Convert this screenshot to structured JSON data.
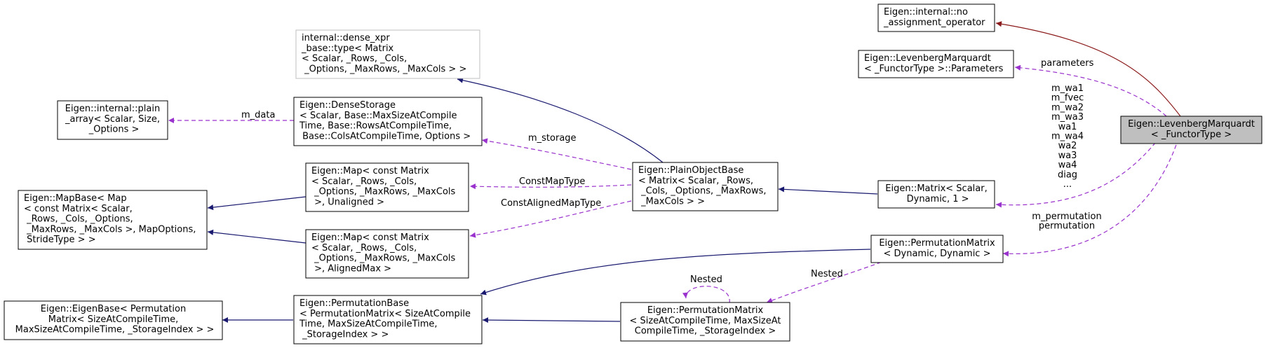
{
  "colors": {
    "inherit": "#191970",
    "usage": "#9a32cd",
    "private": "#8b1a1a",
    "node_border": "#000000",
    "gray_border": "#bfbfbf",
    "focus_fill": "#bfbfbf"
  },
  "nodes": [
    {
      "id": "no_assign",
      "lines": [
        "Eigen::internal::no",
        "_assignment_operator"
      ]
    },
    {
      "id": "lm_params",
      "lines": [
        "Eigen::LevenbergMarquardt",
        "< _FunctorType >::Parameters"
      ]
    },
    {
      "id": "lm",
      "lines": [
        "Eigen::LevenbergMarquardt",
        "< _FunctorType >"
      ]
    },
    {
      "id": "dense_xpr",
      "lines": [
        "internal::dense_xpr",
        "_base::type< Matrix",
        "< Scalar, _Rows, _Cols,",
        " _Options, _MaxRows, _MaxCols > >"
      ]
    },
    {
      "id": "dense_storage",
      "lines": [
        "Eigen::DenseStorage",
        "< Scalar, Base::MaxSizeAtCompile",
        "Time, Base::RowsAtCompileTime,",
        " Base::ColsAtCompileTime, Options >"
      ]
    },
    {
      "id": "plain_array",
      "lines": [
        "Eigen::internal::plain",
        "_array< Scalar, Size,",
        " _Options >"
      ]
    },
    {
      "id": "map_unaligned",
      "lines": [
        "Eigen::Map< const Matrix",
        "< Scalar, _Rows, _Cols,",
        " _Options, _MaxRows, _MaxCols",
        " >, Unaligned >"
      ]
    },
    {
      "id": "map_aligned",
      "lines": [
        "Eigen::Map< const Matrix",
        "< Scalar, _Rows, _Cols,",
        " _Options, _MaxRows, _MaxCols",
        " >, AlignedMax >"
      ]
    },
    {
      "id": "mapbase",
      "lines": [
        "Eigen::MapBase< Map",
        "< const Matrix< Scalar,",
        " _Rows, _Cols, _Options,",
        " _MaxRows, _MaxCols >, MapOptions,",
        " StrideType > >"
      ]
    },
    {
      "id": "plainobjectbase",
      "lines": [
        "Eigen::PlainObjectBase",
        "< Matrix< Scalar, _Rows,",
        " _Cols, _Options, _MaxRows,",
        " _MaxCols > >"
      ]
    },
    {
      "id": "matrix_dyn",
      "lines": [
        "Eigen::Matrix< Scalar,",
        " Dynamic, 1 >"
      ]
    },
    {
      "id": "perm_dyn",
      "lines": [
        "Eigen::PermutationMatrix",
        "< Dynamic, Dynamic >"
      ]
    },
    {
      "id": "perm_base",
      "lines": [
        "Eigen::PermutationBase",
        "< PermutationMatrix< SizeAtCompile",
        "Time, MaxSizeAtCompileTime,",
        " _StorageIndex > >"
      ]
    },
    {
      "id": "perm_sized",
      "lines": [
        "Eigen::PermutationMatrix",
        "< SizeAtCompileTime, MaxSizeAt",
        "CompileTime, _StorageIndex >"
      ]
    },
    {
      "id": "eigenbase",
      "lines": [
        "Eigen::EigenBase< Permutation",
        "Matrix< SizeAtCompileTime,",
        " MaxSizeAtCompileTime, _StorageIndex > >"
      ]
    }
  ],
  "edge_labels": {
    "parameters": "parameters",
    "matrix_members": [
      "m_wa1",
      "m_fvec",
      "m_wa2",
      "m_wa3",
      "wa1",
      "m_wa4",
      "wa2",
      "wa3",
      "wa4",
      "diag",
      "..."
    ],
    "permutation_members": [
      "m_permutation",
      "permutation"
    ],
    "m_storage": "m_storage",
    "m_data": "m_data",
    "const_map": "ConstMapType",
    "const_aligned_map": "ConstAlignedMapType",
    "nested_self": "Nested",
    "nested": "Nested"
  }
}
